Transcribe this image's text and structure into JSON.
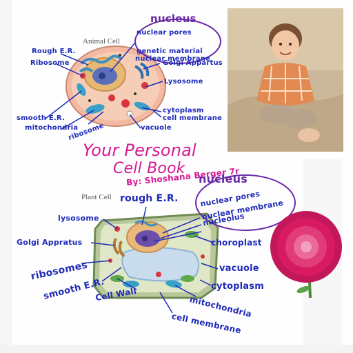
{
  "animal_cell": {
    "title": "Animal Cell",
    "labels": {
      "nucleus": "nucleus",
      "nuclear_pores": "nuclear pores",
      "genetic_material": "genetic material",
      "nuclear_membrane": "nuclear membrane",
      "rough_er": "Rough E.R.",
      "ribosome": "Ribosome",
      "golgi": "Golgi Appartus",
      "lysosome": "Lysosome",
      "smooth_er": "smooth E.R.",
      "mitochondria": "mitochondria",
      "cytoplasm": "cytoplasm",
      "cell_membrane": "cell membrane",
      "ribosome2": "ribosome",
      "vacuole": "vacuole"
    }
  },
  "title": {
    "line1": "Your Personal",
    "line2": "Cell Book",
    "byline": "By: Shoshana Berger 7r"
  },
  "plant_cell": {
    "title": "Plant Cell",
    "labels": {
      "nucleus": "nucleus",
      "nuclear_pores": "nuclear pores",
      "nuclear_membrane": "nuclear membrane",
      "nucleolus": "nucleolus",
      "rough_er": "rough E.R.",
      "lysosome": "lysosome",
      "golgi": "Golgi Appratus",
      "chloroplast": "choroplast",
      "ribosomes": "ribosomes",
      "vacuole": "vacuole",
      "smooth_er": "smooth E.R.",
      "cytoplasm": "cytoplasm",
      "cell_wall": "Cell Wall",
      "mitochondria": "mitochondria",
      "cell_membrane": "cell membrane"
    }
  },
  "colors": {
    "ink_blue": "#1f2bb8",
    "ink_purple": "#6a2aa8",
    "title_magenta": "#d41a93"
  }
}
